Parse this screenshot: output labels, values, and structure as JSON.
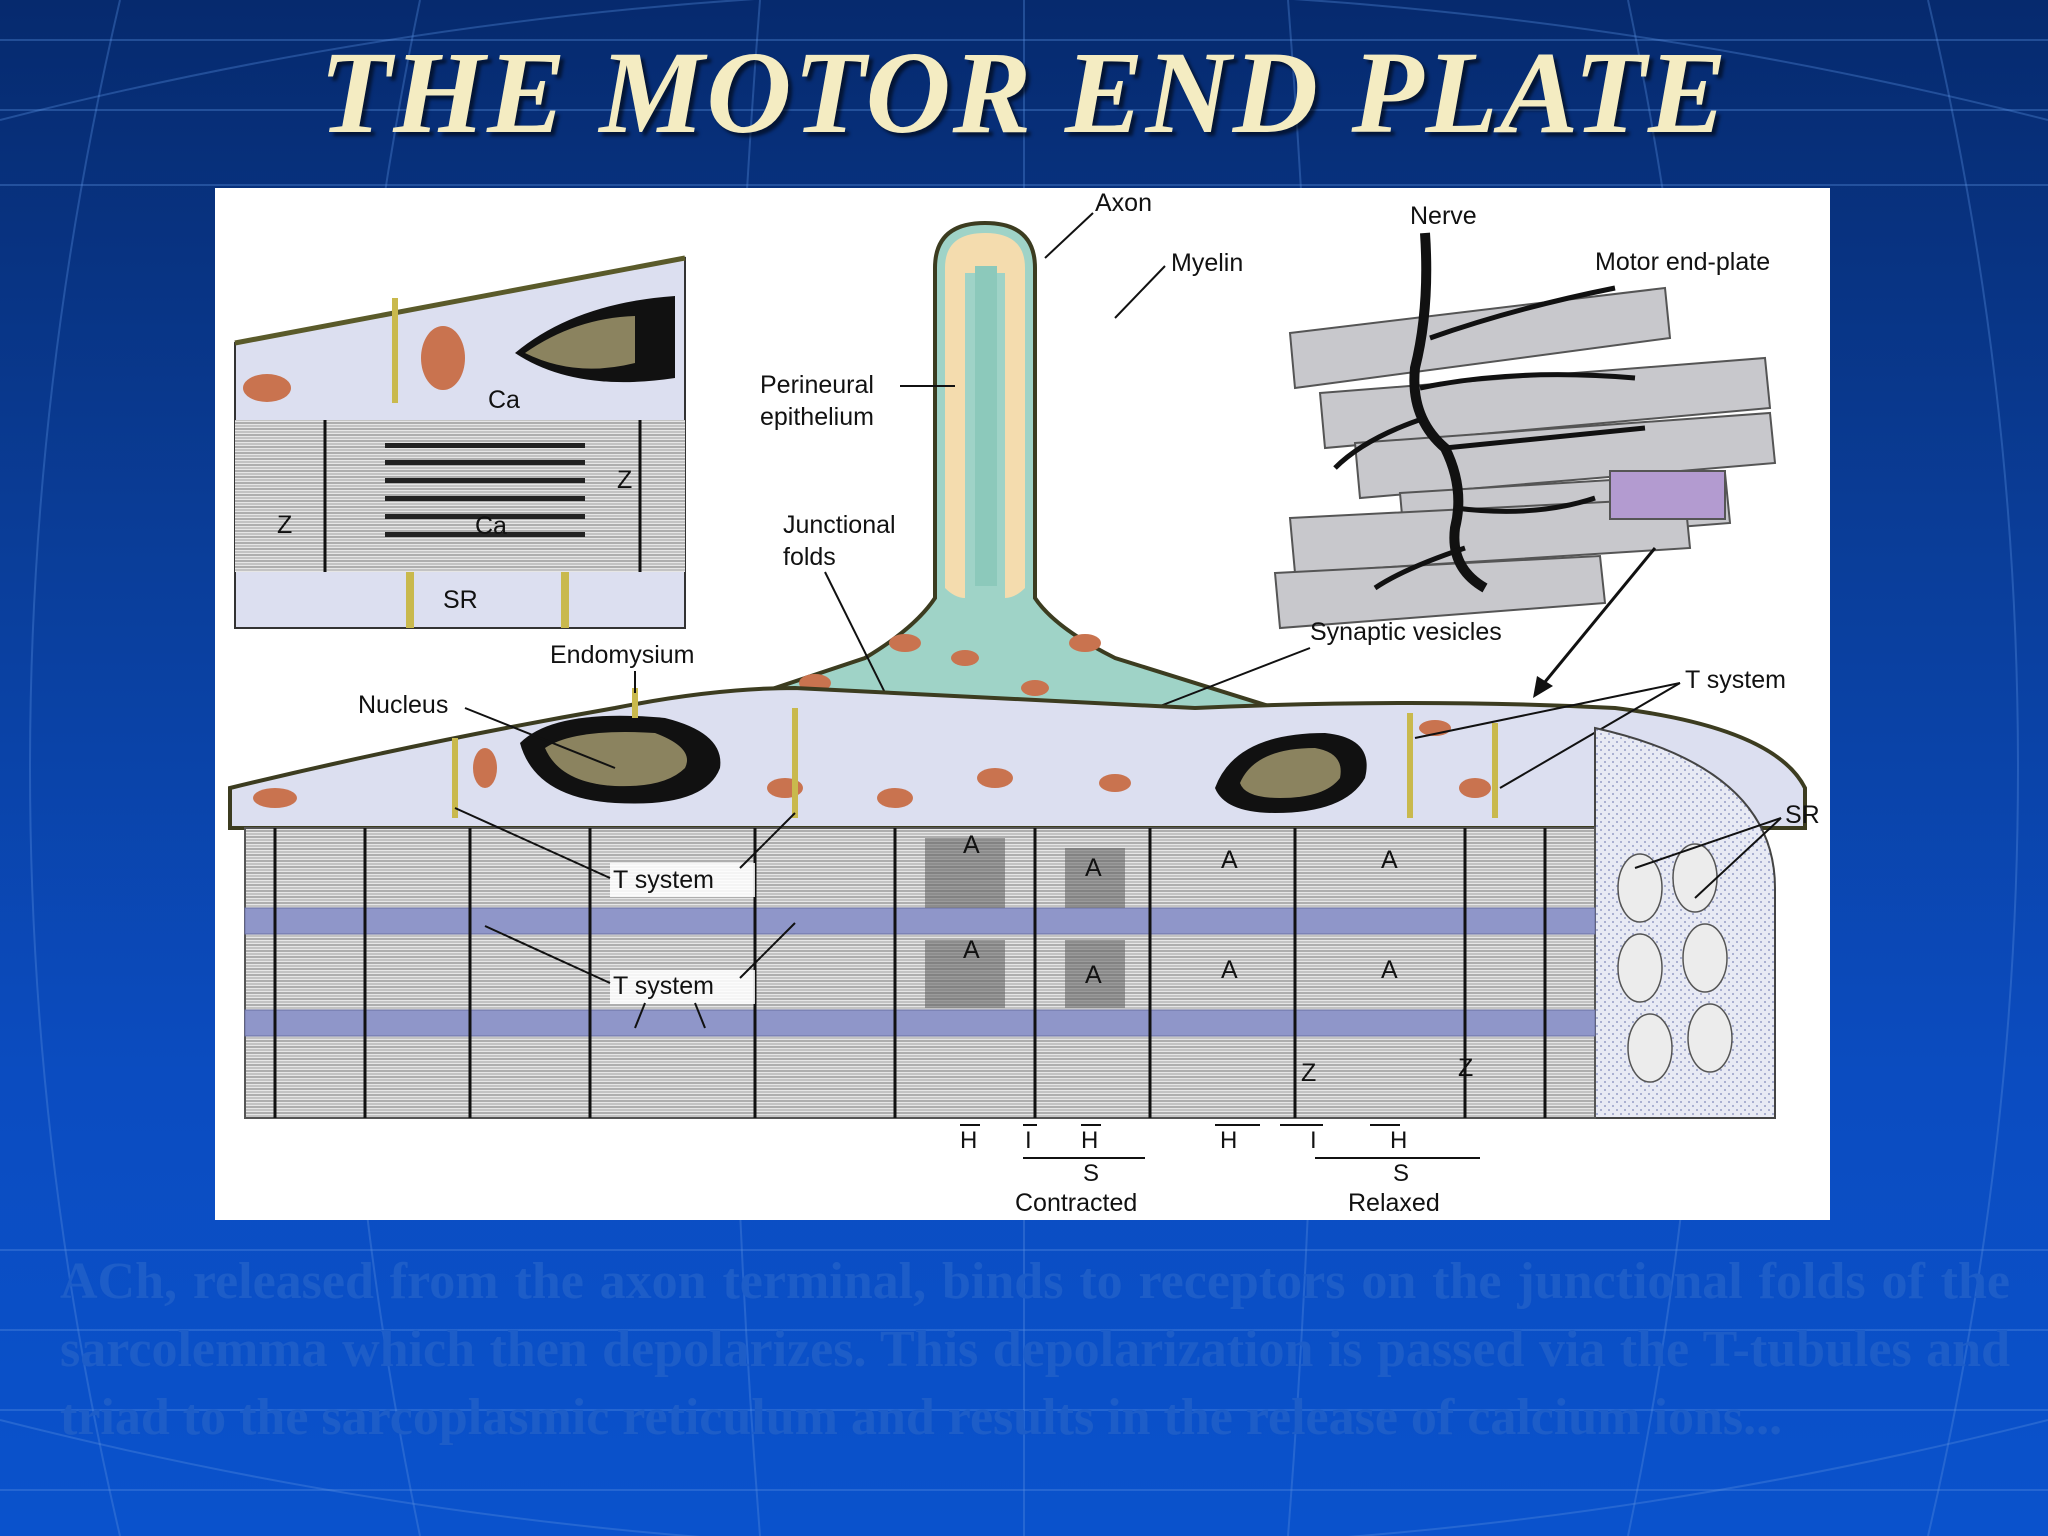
{
  "slide": {
    "title": "THE MOTOR END PLATE",
    "caption": "ACh, released from the axon terminal, binds to receptors on the junctional folds of the sarcolemma which then depolarizes. This depolarization is passed via the T-tubules and triad to the sarcoplasmic reticulum and results in the release of calcium ions..."
  },
  "diagram": {
    "labels": {
      "axon": "Axon",
      "myelin": "Myelin",
      "perineural_1": "Perineural",
      "perineural_2": "epithelium",
      "junctional_1": "Junctional",
      "junctional_2": "folds",
      "nerve": "Nerve",
      "motor_end_plate": "Motor end-plate",
      "synaptic_vesicles": "Synaptic vesicles",
      "t_system": "T system",
      "sr": "SR",
      "endomysium": "Endomysium",
      "nucleus": "Nucleus",
      "ca": "Ca",
      "z": "Z",
      "a": "A",
      "h": "H",
      "i": "I",
      "s": "S",
      "contracted": "Contracted",
      "relaxed": "Relaxed"
    }
  },
  "colors": {
    "background": "#0a3d98",
    "title": "#f4ecc2",
    "axoplasm": "#9fd3c7",
    "myelin": "#f4dcae",
    "cytoplasm": "#dcdff0",
    "t_tubule": "#e9d77a",
    "sr": "#8f96c9",
    "mitochondria": "#c9734f"
  }
}
